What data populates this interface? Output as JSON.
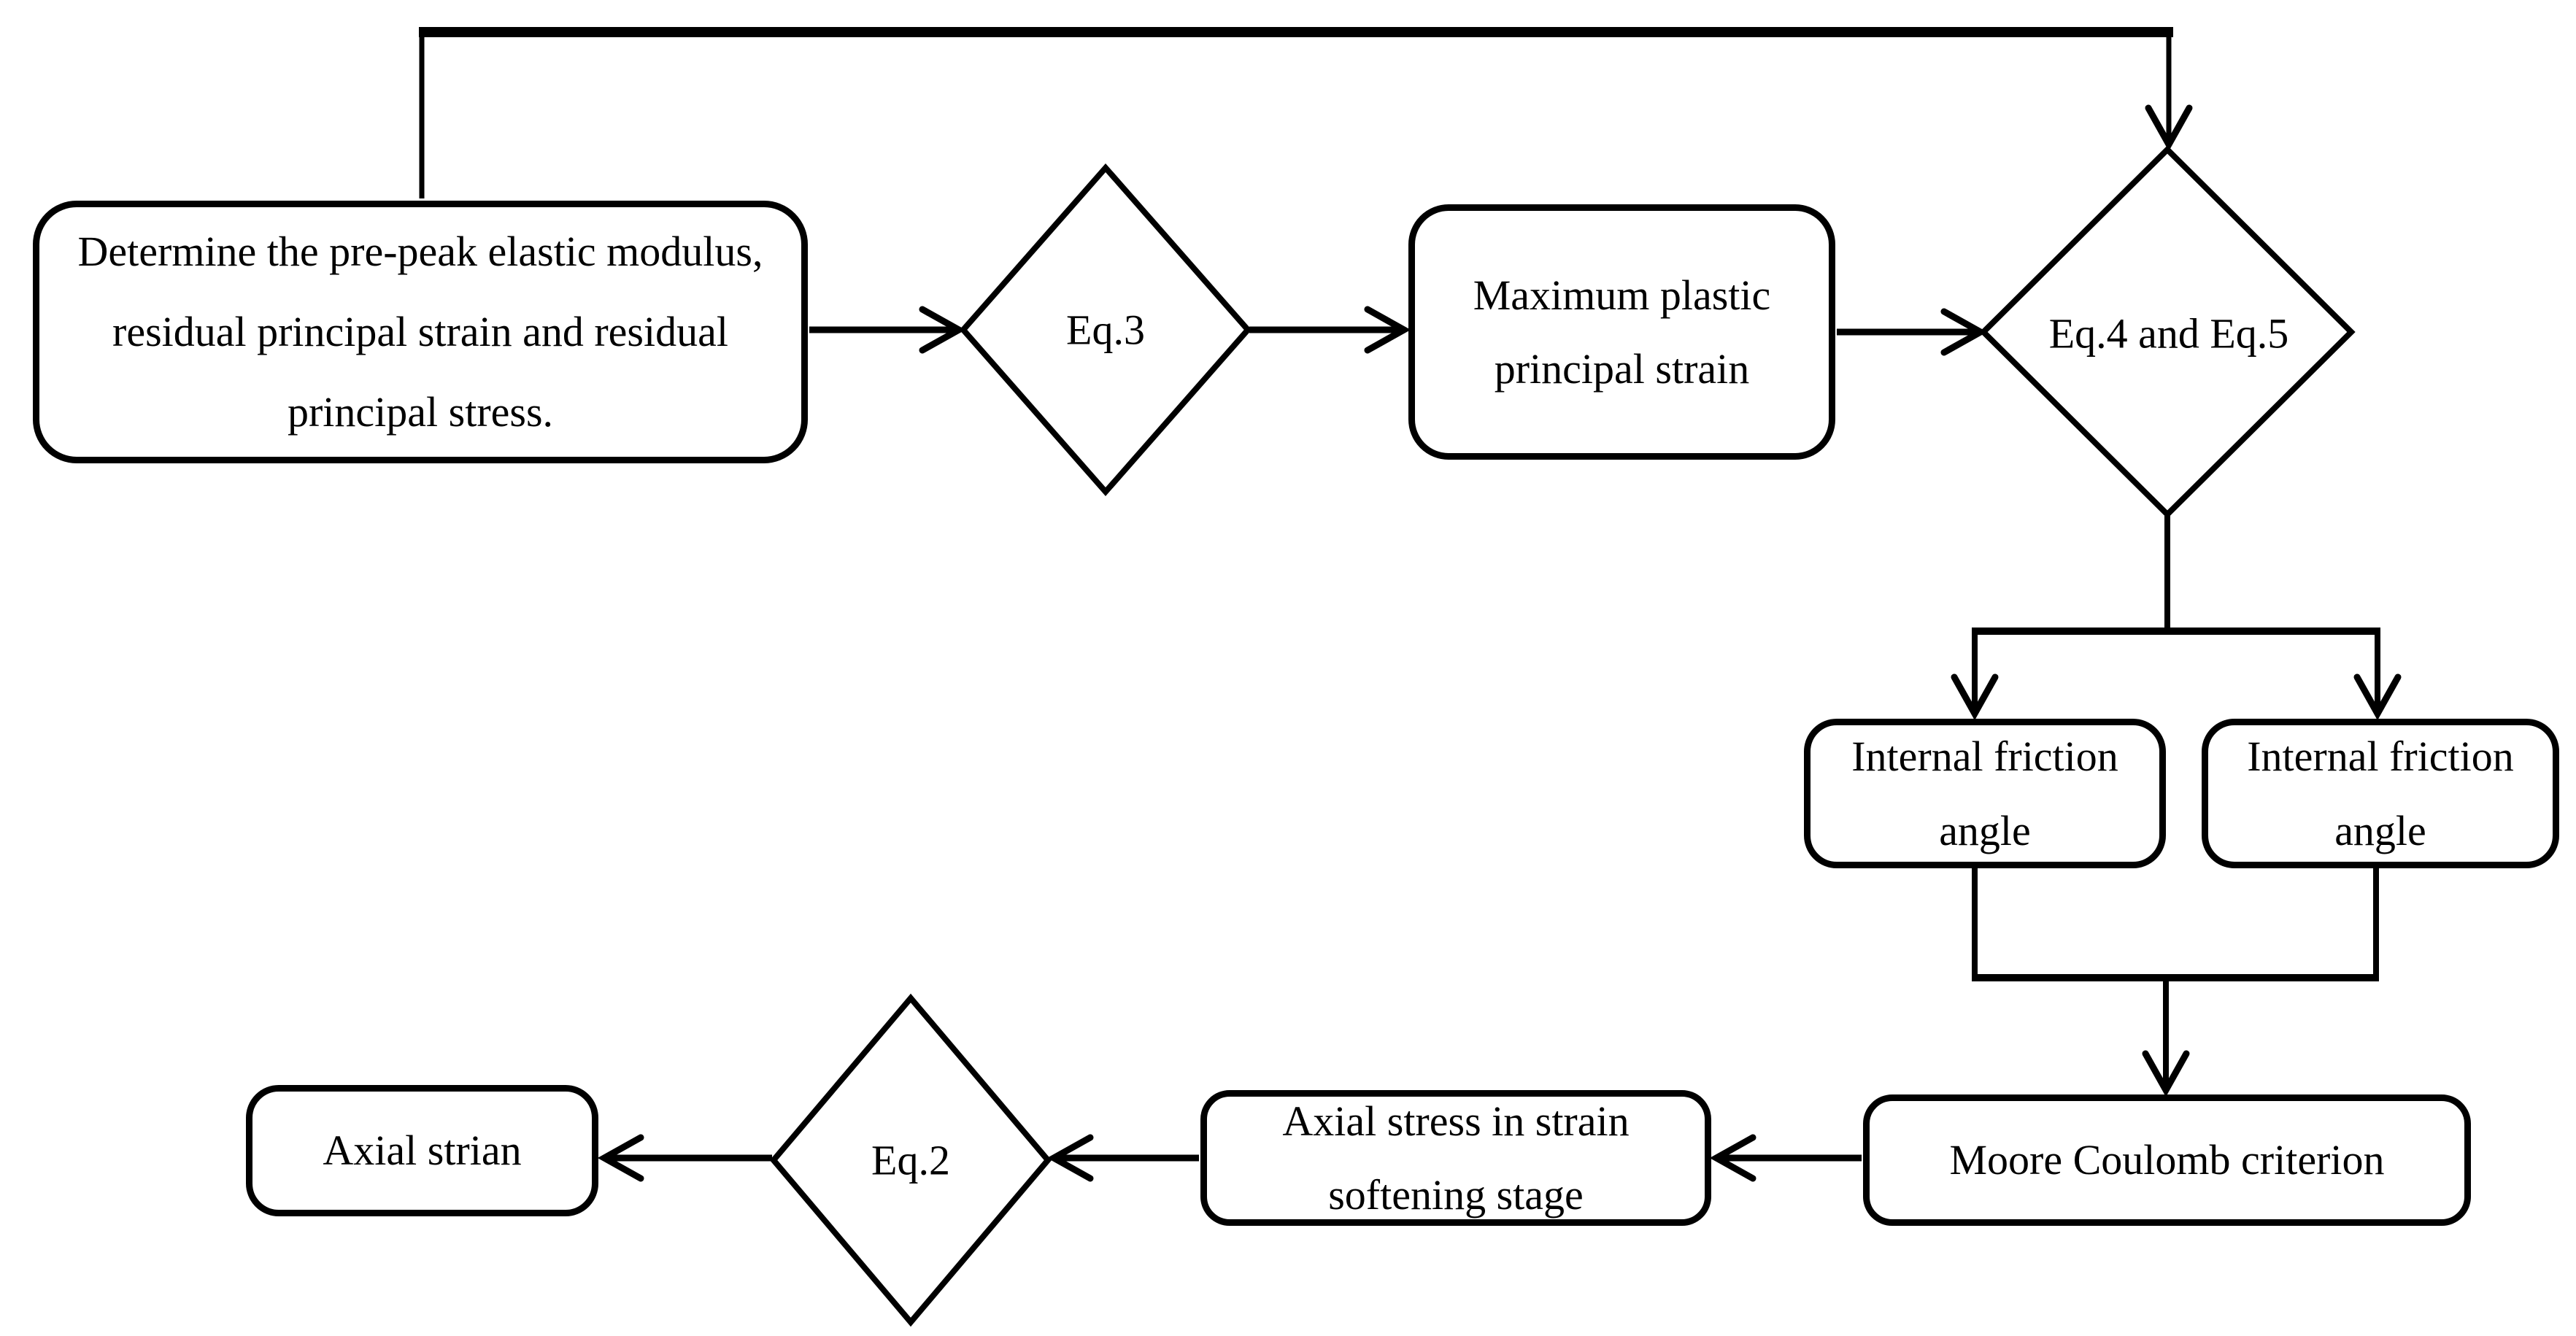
{
  "diagram": {
    "type": "flowchart",
    "colors": {
      "background": "#ffffff",
      "stroke": "#000000",
      "shape_fill": "#ffffff",
      "text": "#000000"
    },
    "nodes": {
      "determine": {
        "shape": "rounded-rect",
        "label": "Determine the pre-peak elastic modulus, residual principal strain and residual principal stress."
      },
      "eq3": {
        "shape": "diamond",
        "label": "Eq.3"
      },
      "max_plastic": {
        "shape": "rounded-rect",
        "label": "Maximum plastic principal strain"
      },
      "eq4_eq5": {
        "shape": "diamond",
        "label": "Eq.4 and Eq.5"
      },
      "internal_friction_left": {
        "shape": "rounded-rect",
        "label": "Internal friction angle"
      },
      "internal_friction_right": {
        "shape": "rounded-rect",
        "label": "Internal friction angle"
      },
      "moore_coulomb": {
        "shape": "rounded-rect",
        "label": "Moore Coulomb criterion"
      },
      "axial_stress": {
        "shape": "rounded-rect",
        "label": "Axial stress in strain softening stage"
      },
      "eq2": {
        "shape": "diamond",
        "label": "Eq.2"
      },
      "axial_strain": {
        "shape": "rounded-rect",
        "label": "Axial strian"
      }
    },
    "edges": [
      {
        "from": "determine",
        "to": "eq4_eq5",
        "route": "up-over-top",
        "arrow": true
      },
      {
        "from": "determine",
        "to": "eq3",
        "arrow": true
      },
      {
        "from": "eq3",
        "to": "max_plastic",
        "arrow": true
      },
      {
        "from": "max_plastic",
        "to": "eq4_eq5",
        "arrow": true
      },
      {
        "from": "eq4_eq5",
        "to": "internal_friction_left",
        "route": "split",
        "arrow": true
      },
      {
        "from": "eq4_eq5",
        "to": "internal_friction_right",
        "route": "split",
        "arrow": true
      },
      {
        "from": "internal_friction_left",
        "to": "moore_coulomb",
        "route": "merge",
        "arrow": true
      },
      {
        "from": "internal_friction_right",
        "to": "moore_coulomb",
        "route": "merge",
        "arrow": true
      },
      {
        "from": "moore_coulomb",
        "to": "axial_stress",
        "arrow": true
      },
      {
        "from": "axial_stress",
        "to": "eq2",
        "arrow": true
      },
      {
        "from": "eq2",
        "to": "axial_strain",
        "arrow": true
      }
    ]
  }
}
